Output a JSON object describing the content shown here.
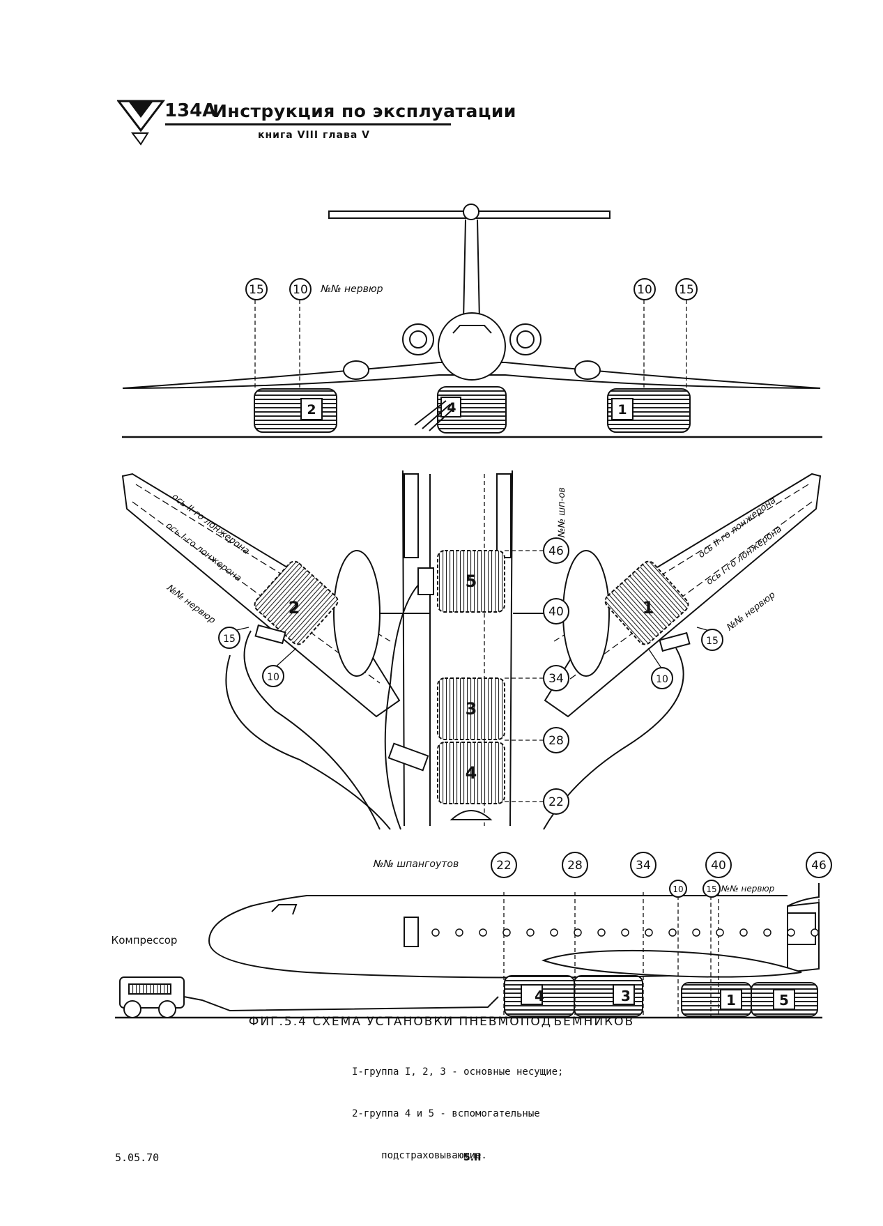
{
  "header": {
    "model": "134А",
    "title": "Инструкция по эксплуатации",
    "book_chapter": "книга VIII  глава  V"
  },
  "front_view": {
    "label_ribs": "№№ нервюр",
    "callouts_left": [
      "15",
      "10"
    ],
    "callouts_right": [
      "10",
      "15"
    ],
    "jack_labels": [
      "2",
      "4",
      "1"
    ]
  },
  "plan_view": {
    "spar_left_2": "ось II-го лонжерона",
    "spar_left_1": "ось I-го лонжерона",
    "spar_right_2": "ось II-го лонжерона",
    "spar_right_1": "ось I-го лонжерона",
    "ribs_left": "№№ нервюр",
    "ribs_right": "№№ нервюр",
    "frames_label": "№№ шп-ов",
    "jack_labels": [
      "2",
      "1",
      "5",
      "3",
      "4"
    ],
    "frame_callouts": [
      "46",
      "40",
      "34",
      "28",
      "22"
    ],
    "rib_callouts_left": [
      "15",
      "10"
    ],
    "rib_callouts_right": [
      "15",
      "10"
    ]
  },
  "side_view": {
    "frames_label": "№№ шпангоутов",
    "ribs_label": "№№ нервюр",
    "compressor_label": "Компрессор",
    "frame_callouts": [
      "22",
      "28",
      "34",
      "40",
      "46"
    ],
    "rib_callouts": [
      "10",
      "15"
    ],
    "jack_labels": [
      "4",
      "3",
      "1",
      "5"
    ]
  },
  "caption": "ФИГ.5.4  СХЕМА  УСТАНОВКИ  ПНЕВМОПОДЪЕМНИКОВ",
  "notes": [
    "I-группа I, 2, 3 - основные несущие;",
    "2-группа 4 и 5 - вспомогательные",
    "     подстраховывающие."
  ],
  "footer": {
    "date": "5.05.70",
    "page": "5.II"
  }
}
